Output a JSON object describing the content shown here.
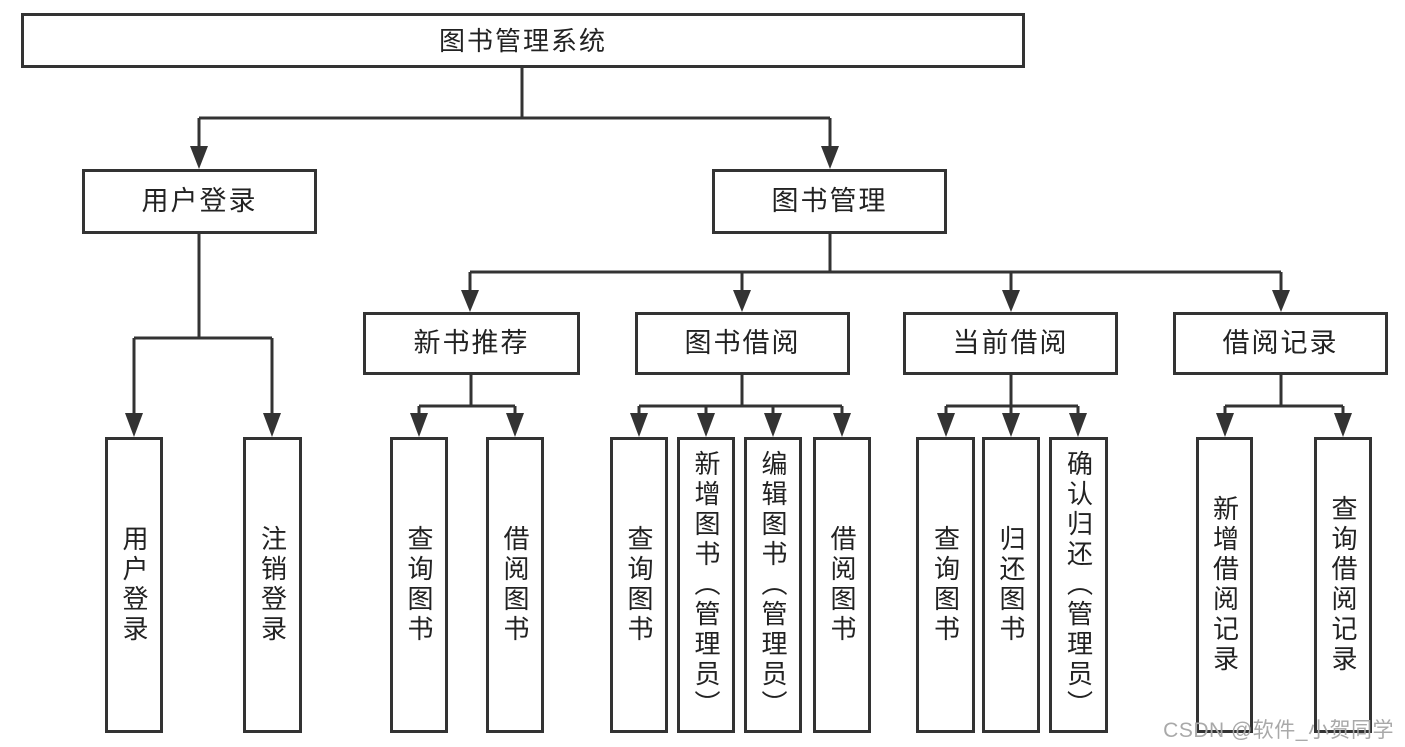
{
  "diagram": {
    "root": {
      "label": "图书管理系统"
    },
    "level2": [
      {
        "label": "用户登录"
      },
      {
        "label": "图书管理"
      }
    ],
    "level3": [
      {
        "label": "新书推荐"
      },
      {
        "label": "图书借阅"
      },
      {
        "label": "当前借阅"
      },
      {
        "label": "借阅记录"
      }
    ],
    "leaves": {
      "user_login": [
        {
          "label": "用户登录"
        },
        {
          "label": "注销登录"
        }
      ],
      "new_book": [
        {
          "label": "查询图书"
        },
        {
          "label": "借阅图书"
        }
      ],
      "book_borrow": [
        {
          "label": "查询图书"
        },
        {
          "label": "新增图书（管理员）"
        },
        {
          "label": "编辑图书（管理员）"
        },
        {
          "label": "借阅图书"
        }
      ],
      "current_borrow": [
        {
          "label": "查询图书"
        },
        {
          "label": "归还图书"
        },
        {
          "label": "确认归还（管理员）"
        }
      ],
      "borrow_records": [
        {
          "label": "新增借阅记录"
        },
        {
          "label": "查询借阅记录"
        }
      ]
    }
  },
  "watermark": {
    "text": "CSDN @软件_小贺同学"
  },
  "colors": {
    "line": "#333333",
    "box_border": "#333333",
    "text": "#222222",
    "background": "#ffffff",
    "watermark": "#a9a9a9"
  }
}
